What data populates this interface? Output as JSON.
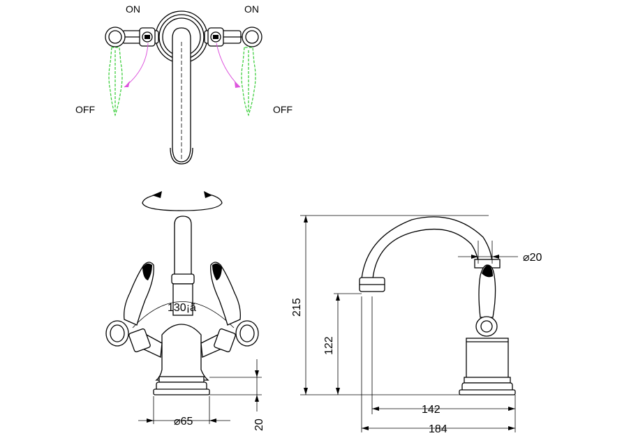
{
  "top_view": {
    "on_left": "ON",
    "on_right": "ON",
    "off_left": "OFF",
    "off_right": "OFF"
  },
  "front_view": {
    "angle": "130¡ã",
    "base_diameter": "⌀65",
    "base_height": "20"
  },
  "side_view": {
    "total_height": "215",
    "outlet_height": "122",
    "spout_diameter": "⌀20",
    "reach_inner": "142",
    "reach_total": "184"
  }
}
